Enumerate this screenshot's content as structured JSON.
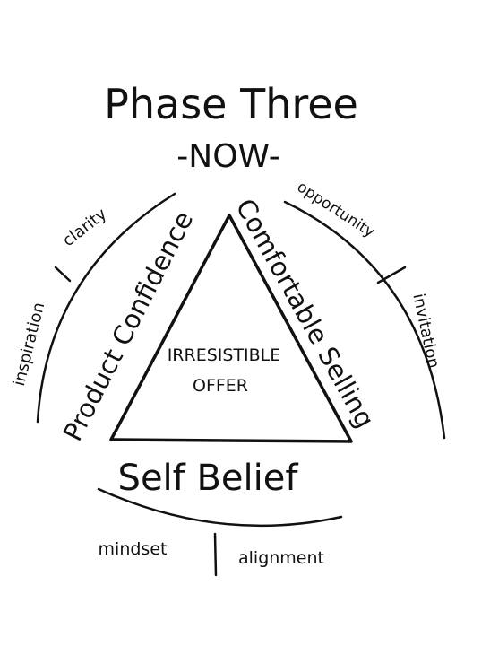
{
  "title": "Phase Three",
  "subtitle": "-NOW-",
  "center": {
    "line1": "IRRESISTIBLE",
    "line2": "OFFER"
  },
  "sides": {
    "left": "Product Confidence",
    "right": "Comfortable Selling",
    "bottom": "Self Belief"
  },
  "outer_left": [
    "clarity",
    "inspiration"
  ],
  "outer_right": [
    "opportunity",
    "invitation"
  ],
  "outer_bottom": [
    "mindset",
    "alignment"
  ],
  "colors": {
    "ink": "#111111",
    "background": "#ffffff"
  }
}
